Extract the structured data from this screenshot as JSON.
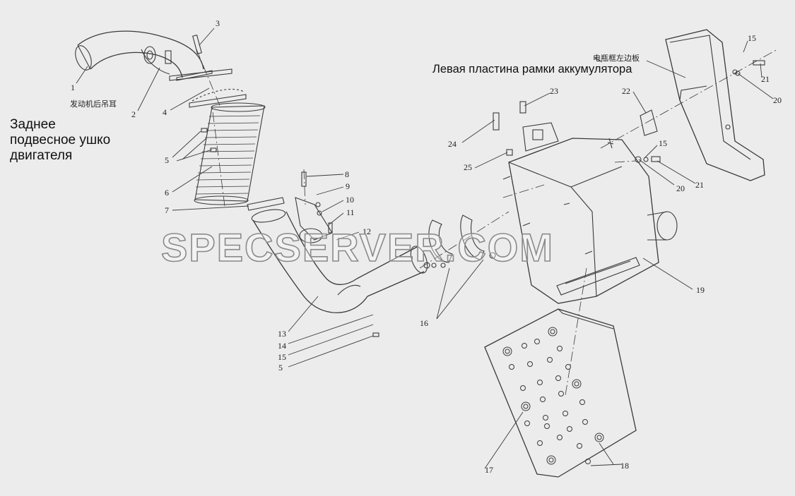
{
  "annotations": {
    "engine_rear_lug_ru": "Заднее\nподвесное ушко\nдвигателя",
    "engine_rear_lug_cn": "发动机后吊耳",
    "battery_frame_left_plate_ru": "Левая пластина рамки аккумулятора",
    "battery_frame_left_plate_cn": "电瓶框左边板"
  },
  "callouts": [
    "1",
    "2",
    "3",
    "4",
    "5",
    "6",
    "7",
    "8",
    "9",
    "10",
    "11",
    "12",
    "13",
    "14",
    "15",
    "16",
    "17",
    "18",
    "19",
    "20",
    "21",
    "22",
    "23",
    "24",
    "25"
  ],
  "watermark": "SPECSERVER.COM",
  "colors": {
    "background": "#ececec",
    "line": "#3a3a3a",
    "watermark_outline": "#8a8a8a"
  }
}
